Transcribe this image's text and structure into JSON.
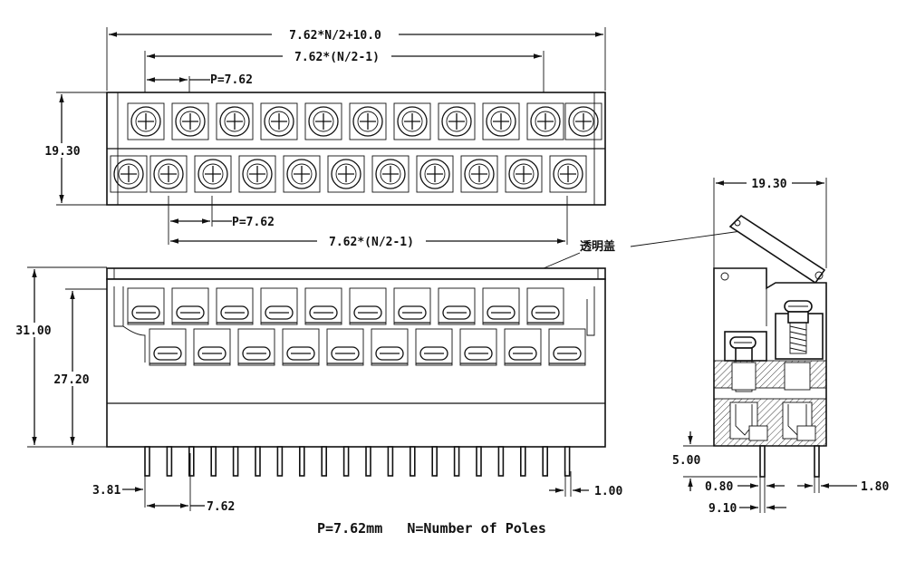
{
  "dimensions": {
    "overall_length": "7.62*N/2+10.0",
    "top_span": "7.62*(N/2-1)",
    "top_pitch": "P=7.62",
    "height_top_view": "19.30",
    "bottom_pitch": "P=7.62",
    "bottom_span": "7.62*(N/2-1)",
    "side_width": "19.30",
    "total_height": "31.00",
    "body_height": "27.20",
    "pin_offset": "3.81",
    "pin_pitch": "7.62",
    "pin_width": "1.00",
    "pin_length": "5.00",
    "side_pin_width": "0.80",
    "side_pin_gap": "9.10",
    "side_right": "1.80"
  },
  "cover_label": "透明盖",
  "caption": "P=7.62mm   N=Number of Poles",
  "terminal_count_per_row": 10
}
